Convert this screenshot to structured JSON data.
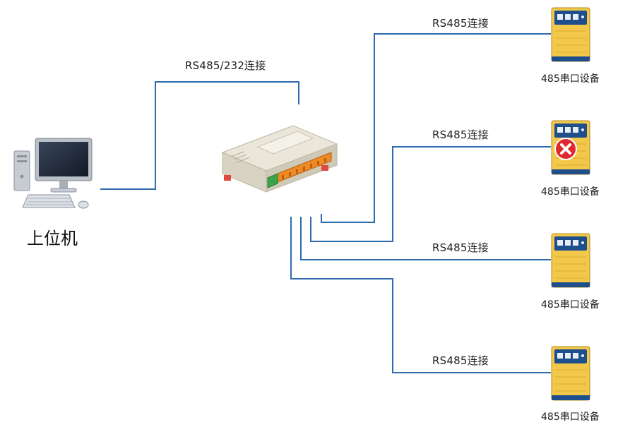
{
  "host": {
    "label": "上位机",
    "icon": "desktop-computer-icon"
  },
  "controller": {
    "icon": "controller-module-icon",
    "uplink_label": "RS485/232连接"
  },
  "devices": [
    {
      "label": "485串口设备",
      "link_label": "RS485连接",
      "status": "ok"
    },
    {
      "label": "485串口设备",
      "link_label": "RS485连接",
      "status": "error"
    },
    {
      "label": "485串口设备",
      "link_label": "RS485连接",
      "status": "ok"
    },
    {
      "label": "485串口设备",
      "link_label": "RS485连接",
      "status": "ok"
    }
  ],
  "colors": {
    "wire": "#2e6aad",
    "device_body": "#f2c84b",
    "device_panel": "#1f4e8c",
    "error": "#e0282e"
  }
}
